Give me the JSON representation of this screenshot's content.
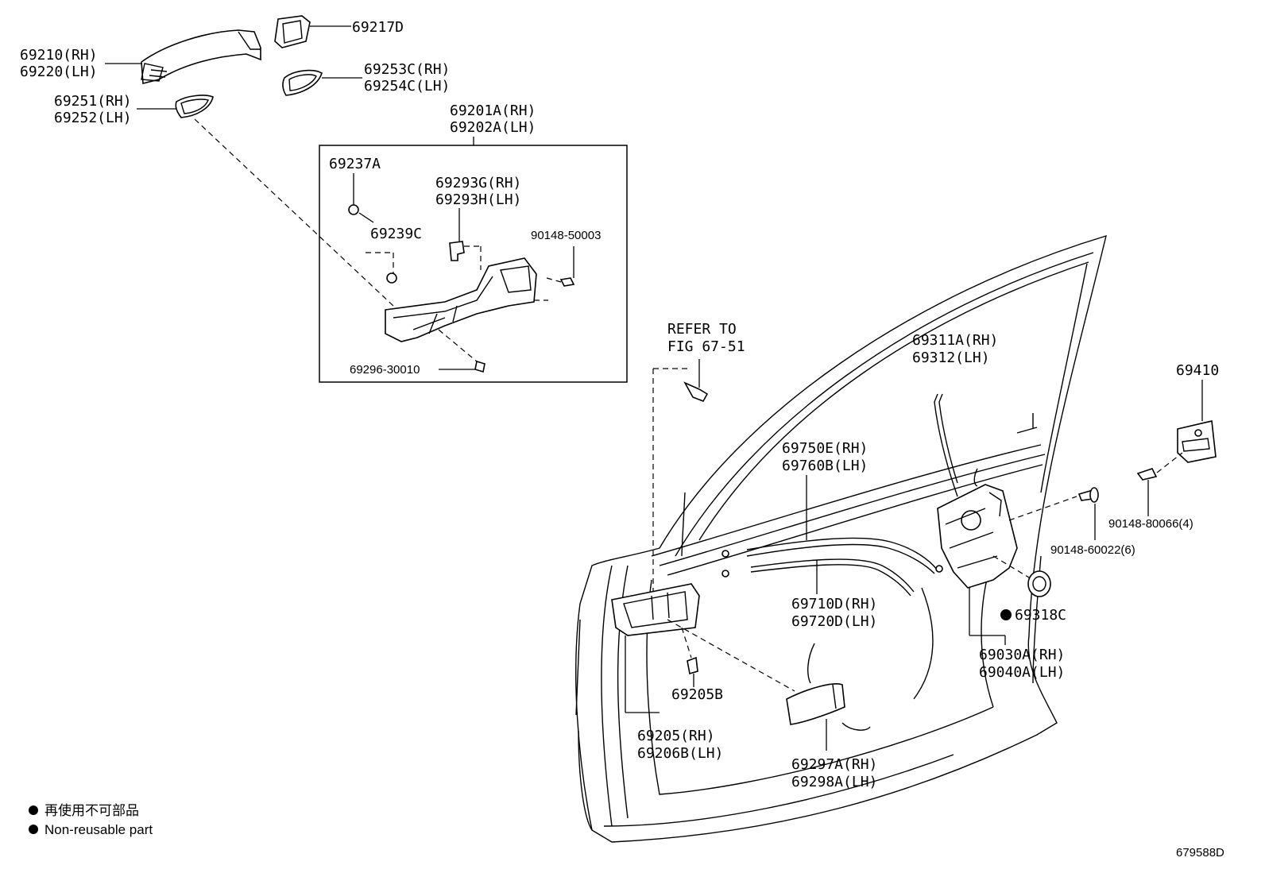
{
  "parts": {
    "p69210": "69210(RH)",
    "p69220": "69220(LH)",
    "p69217D": "69217D",
    "p69253C": "69253C(RH)",
    "p69254C": "69254C(LH)",
    "p69251": "69251(RH)",
    "p69252": "69252(LH)",
    "p69201A": "69201A(RH)",
    "p69202A": "69202A(LH)",
    "p69237A": "69237A",
    "p69293G": "69293G(RH)",
    "p69293H": "69293H(LH)",
    "p69239C": "69239C",
    "p90148_50003": "90148-50003",
    "p69296_30010": "69296-30010",
    "refer1": "REFER TO",
    "refer2": "FIG 67-51",
    "p69311A": "69311A(RH)",
    "p69312": "69312(LH)",
    "p69410": "69410",
    "p69750E": "69750E(RH)",
    "p69760B": "69760B(LH)",
    "p90148_80066": "90148-80066(4)",
    "p90148_60022": "90148-60022(6)",
    "p69710D": "69710D(RH)",
    "p69720D": "69720D(LH)",
    "p69318C": "69318C",
    "p69030A": "69030A(RH)",
    "p69040A": "69040A(LH)",
    "p69205B": "69205B",
    "p69205": "69205(RH)",
    "p69206B": "69206B(LH)",
    "p69297A": "69297A(RH)",
    "p69298A": "69298A(LH)"
  },
  "legend": {
    "jp": "再使用不可部品",
    "en": "Non-reusable part"
  },
  "diagram_code": "679588D"
}
